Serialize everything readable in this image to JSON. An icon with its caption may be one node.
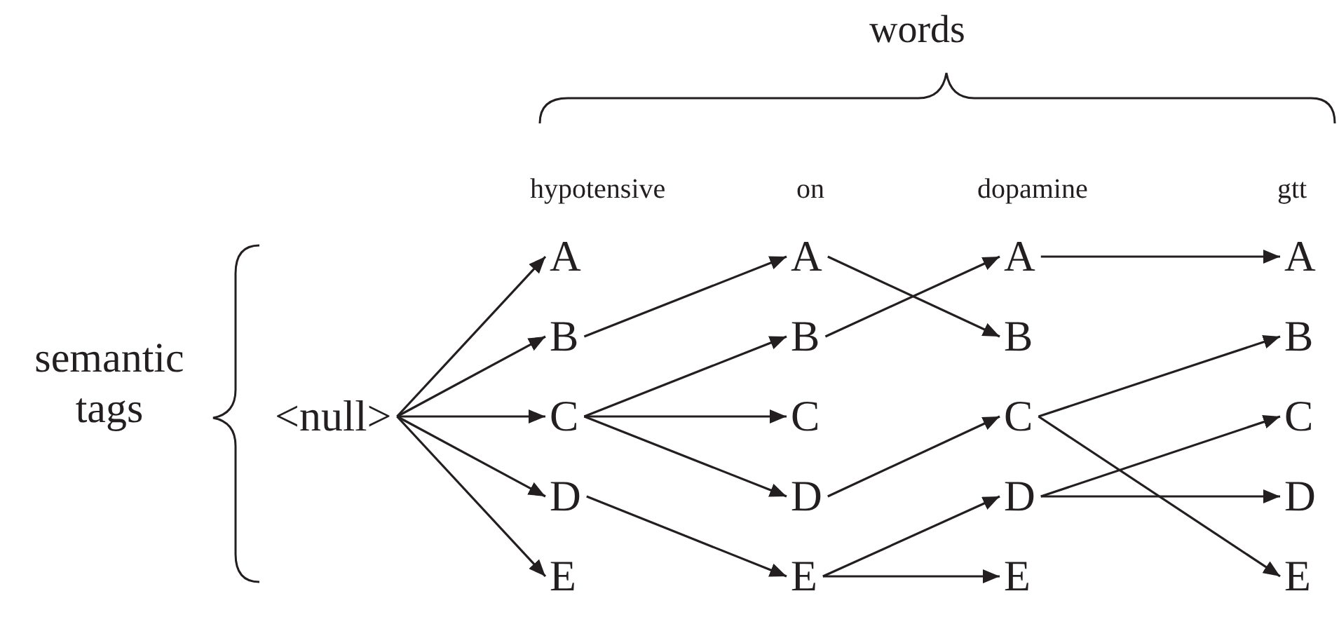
{
  "diagram": {
    "nodes": [
      {
        "text": [
          "<null>"
        ]
      },
      {
        "text": [
          "A"
        ]
      },
      {
        "text": [
          "B"
        ]
      },
      {
        "text": [
          "C"
        ]
      },
      {
        "text": [
          "D"
        ]
      },
      {
        "text": [
          "E"
        ]
      },
      {
        "text": [
          "A"
        ]
      },
      {
        "text": [
          "B"
        ]
      },
      {
        "text": [
          "C"
        ]
      },
      {
        "text": [
          "D"
        ]
      },
      {
        "text": [
          "E"
        ]
      },
      {
        "text": [
          "A"
        ]
      },
      {
        "text": [
          "B"
        ]
      },
      {
        "text": [
          "C"
        ]
      },
      {
        "text": [
          "D"
        ]
      },
      {
        "text": [
          "E"
        ]
      },
      {
        "text": [
          "A"
        ]
      },
      {
        "text": [
          "B"
        ]
      },
      {
        "text": [
          "C"
        ]
      },
      {
        "text": [
          "D"
        ]
      },
      {
        "text": [
          "E"
        ]
      }
    ],
    "edges": [
      {
        "from": 0,
        "to": 1,
        "arrow": "to"
      },
      {
        "from": 0,
        "to": 2,
        "arrow": "to"
      },
      {
        "from": 0,
        "to": 3,
        "arrow": "to"
      },
      {
        "from": 0,
        "to": 4,
        "arrow": "to"
      },
      {
        "from": 0,
        "to": 5,
        "arrow": "to"
      },
      {
        "from": 2,
        "to": 6,
        "arrow": "to"
      },
      {
        "from": 3,
        "to": 7,
        "arrow": "to"
      },
      {
        "from": 3,
        "to": 8,
        "arrow": "to"
      },
      {
        "from": 3,
        "to": 9,
        "arrow": "to"
      },
      {
        "from": 4,
        "to": 10,
        "arrow": "to"
      },
      {
        "from": 6,
        "to": 12,
        "arrow": "to"
      },
      {
        "from": 7,
        "to": 11,
        "arrow": "to"
      },
      {
        "from": 9,
        "to": 13,
        "arrow": "to"
      },
      {
        "from": 10,
        "to": 14,
        "arrow": "to"
      },
      {
        "from": 10,
        "to": 15,
        "arrow": "to"
      },
      {
        "from": 11,
        "to": 16,
        "arrow": "to"
      },
      {
        "from": 13,
        "to": 17,
        "arrow": "to"
      },
      {
        "from": 13,
        "to": 20,
        "arrow": "to"
      },
      {
        "from": 14,
        "to": 18,
        "arrow": "to"
      },
      {
        "from": 14,
        "to": 19,
        "arrow": "to"
      }
    ],
    "labels": [
      "words",
      "hypotensive",
      "on",
      "dopamine",
      "gtt",
      "semantic tags"
    ]
  }
}
